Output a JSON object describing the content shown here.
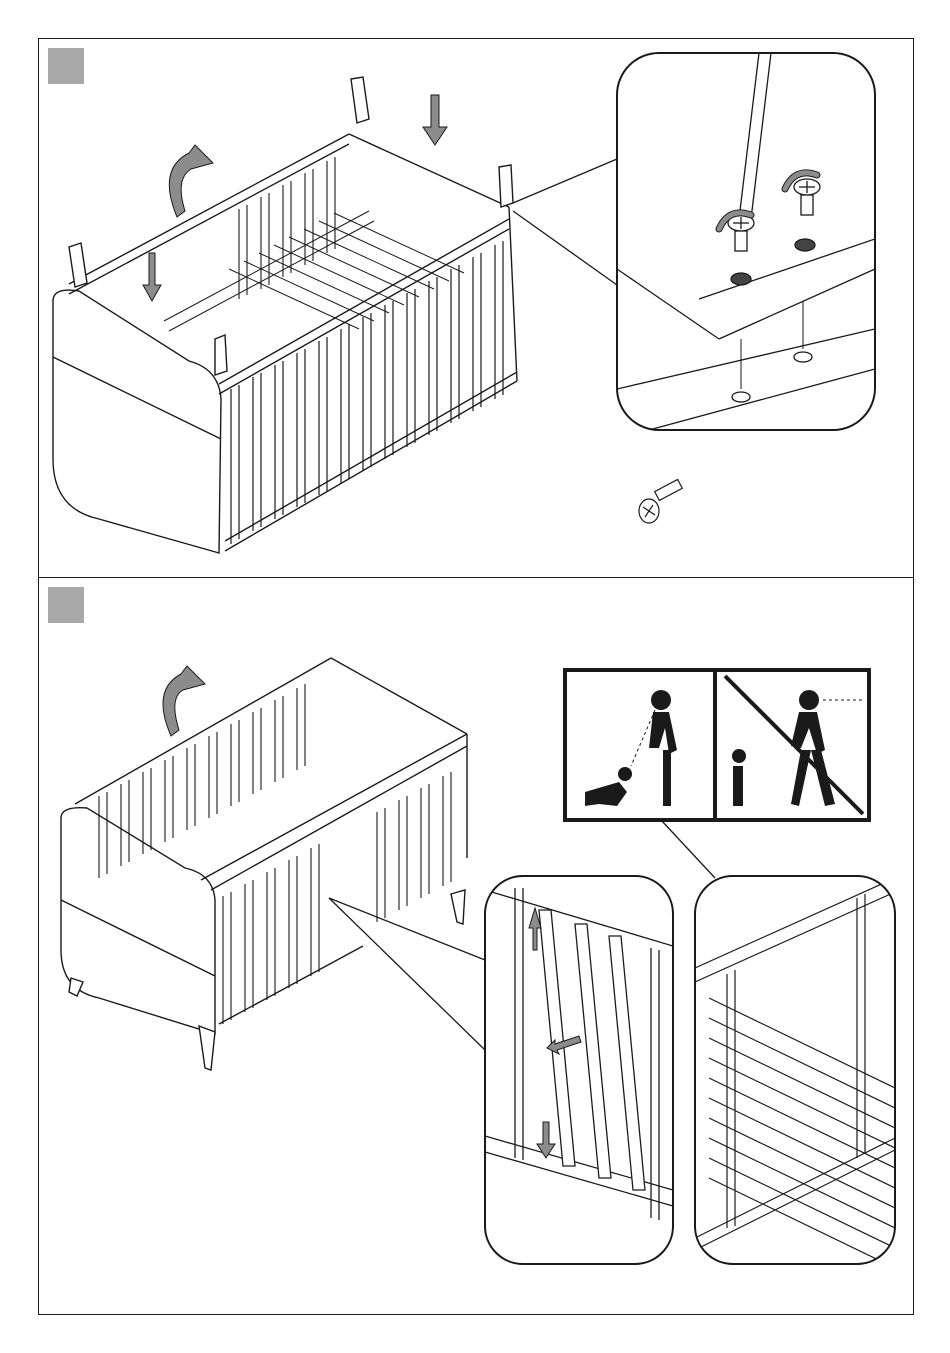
{
  "page": {
    "background": "#ffffff",
    "line_color": "#1a1a1a",
    "step_box_color": "#a8a8a8",
    "arrow_fill": "#8c8c8c"
  },
  "steps": [
    {
      "number": "",
      "illustration": "crib-frame-upside-down-legs-attached",
      "detail": "screw-tightening-detail",
      "part": "phillips-screw-icon"
    },
    {
      "number": "",
      "illustration": "crib-upright-on-legs",
      "warning": "child-supervision-warning-pictogram",
      "detail_left": "slat-removal-detail",
      "detail_right": "slat-base-detail"
    }
  ]
}
